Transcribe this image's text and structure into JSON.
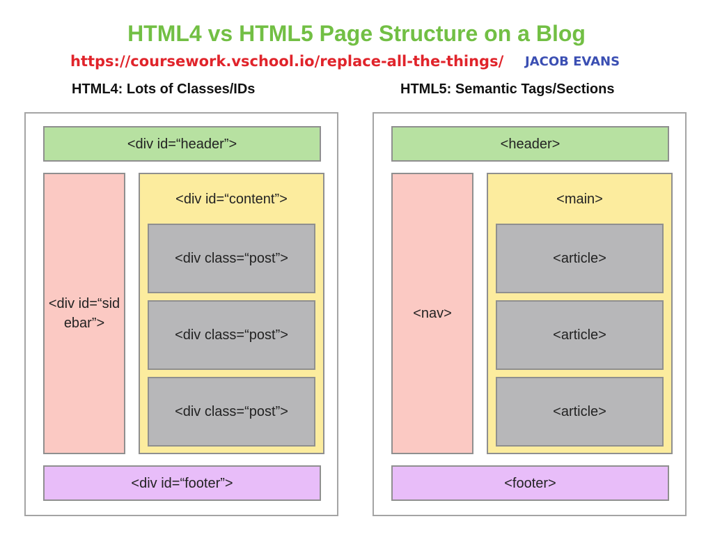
{
  "title": "HTML4 vs HTML5 Page Structure on a Blog",
  "url": "https://coursework.vschool.io/replace-all-the-things/",
  "author": "JACOB EVANS",
  "colors": {
    "title": "#72bf44",
    "url": "#e0242b",
    "author": "#3b4fb3",
    "header": "#b7e1a1",
    "sidebar": "#fbc9c3",
    "content": "#fcec9e",
    "post": "#b7b7b9",
    "footer": "#e8bdf9",
    "border": "#8f8f8f"
  },
  "html4": {
    "heading": "HTML4: Lots of Classes/IDs",
    "header": "<div id=“header”>",
    "sidebar": "<div id=“sidebar”>",
    "content": "<div id=“content”>",
    "posts": [
      "<div class=“post”>",
      "<div class=“post”>",
      "<div class=“post”>"
    ],
    "footer": "<div id=“footer”>"
  },
  "html5": {
    "heading": "HTML5: Semantic Tags/Sections",
    "header": "<header>",
    "nav": "<nav>",
    "main": "<main>",
    "articles": [
      "<article>",
      "<article>",
      "<article>"
    ],
    "footer": "<footer>"
  }
}
